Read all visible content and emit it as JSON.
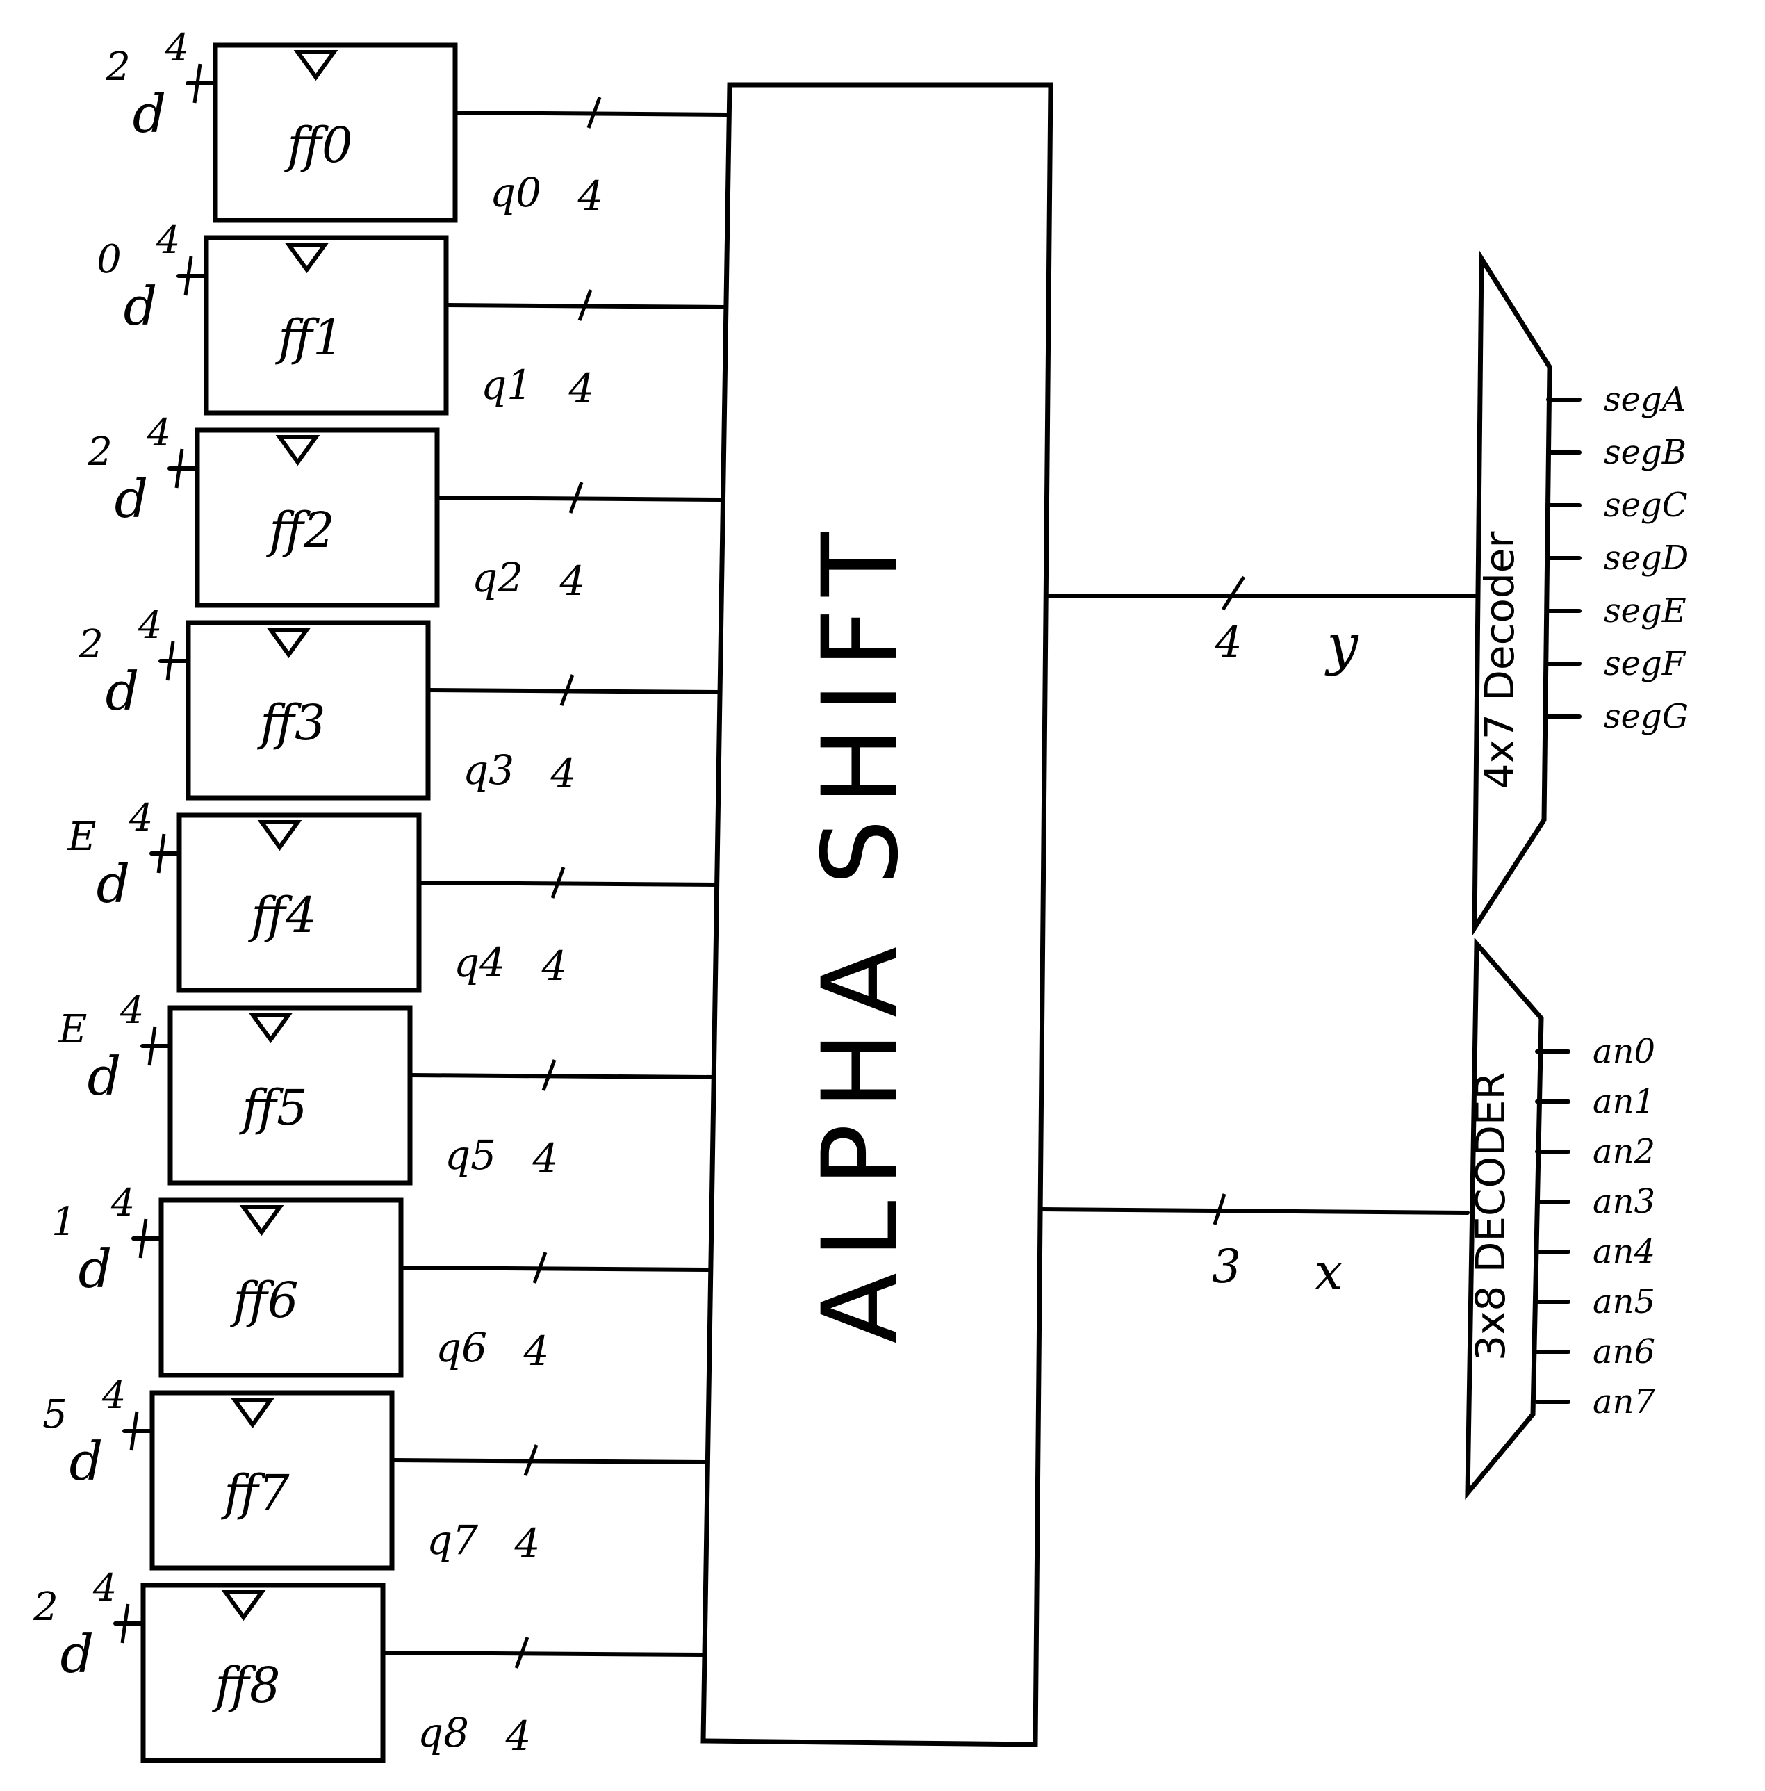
{
  "flipflops": [
    {
      "name": "ff0",
      "input_value": "2",
      "input_width": "4",
      "input_label": "d",
      "output_label": "q0",
      "output_width": "4"
    },
    {
      "name": "ff1",
      "input_value": "0",
      "input_width": "4",
      "input_label": "d",
      "output_label": "q1",
      "output_width": "4"
    },
    {
      "name": "ff2",
      "input_value": "2",
      "input_width": "4",
      "input_label": "d",
      "output_label": "q2",
      "output_width": "4"
    },
    {
      "name": "ff3",
      "input_value": "2",
      "input_width": "4",
      "input_label": "d",
      "output_label": "q3",
      "output_width": "4"
    },
    {
      "name": "ff4",
      "input_value": "E",
      "input_width": "4",
      "input_label": "d",
      "output_label": "q4",
      "output_width": "4"
    },
    {
      "name": "ff5",
      "input_value": "E",
      "input_width": "4",
      "input_label": "d",
      "output_label": "q5",
      "output_width": "4"
    },
    {
      "name": "ff6",
      "input_value": "1",
      "input_width": "4",
      "input_label": "d",
      "output_label": "q6",
      "output_width": "4"
    },
    {
      "name": "ff7",
      "input_value": "5",
      "input_width": "4",
      "input_label": "d",
      "output_label": "q7",
      "output_width": "4"
    },
    {
      "name": "ff8",
      "input_value": "2",
      "input_width": "4",
      "input_label": "d",
      "output_label": "q8",
      "output_width": "4"
    }
  ],
  "alpha_shift": {
    "label": "ALPHA SHIFT"
  },
  "bus_y": {
    "width": "4",
    "name": "y"
  },
  "bus_x": {
    "width": "3",
    "name": "x"
  },
  "seg_decoder": {
    "label": "4x7 Decoder",
    "outputs": [
      "segA",
      "segB",
      "segC",
      "segD",
      "segE",
      "segF",
      "segG"
    ]
  },
  "an_decoder": {
    "label": "3x8 DECODER",
    "outputs": [
      "an0",
      "an1",
      "an2",
      "an3",
      "an4",
      "an5",
      "an6",
      "an7"
    ]
  }
}
